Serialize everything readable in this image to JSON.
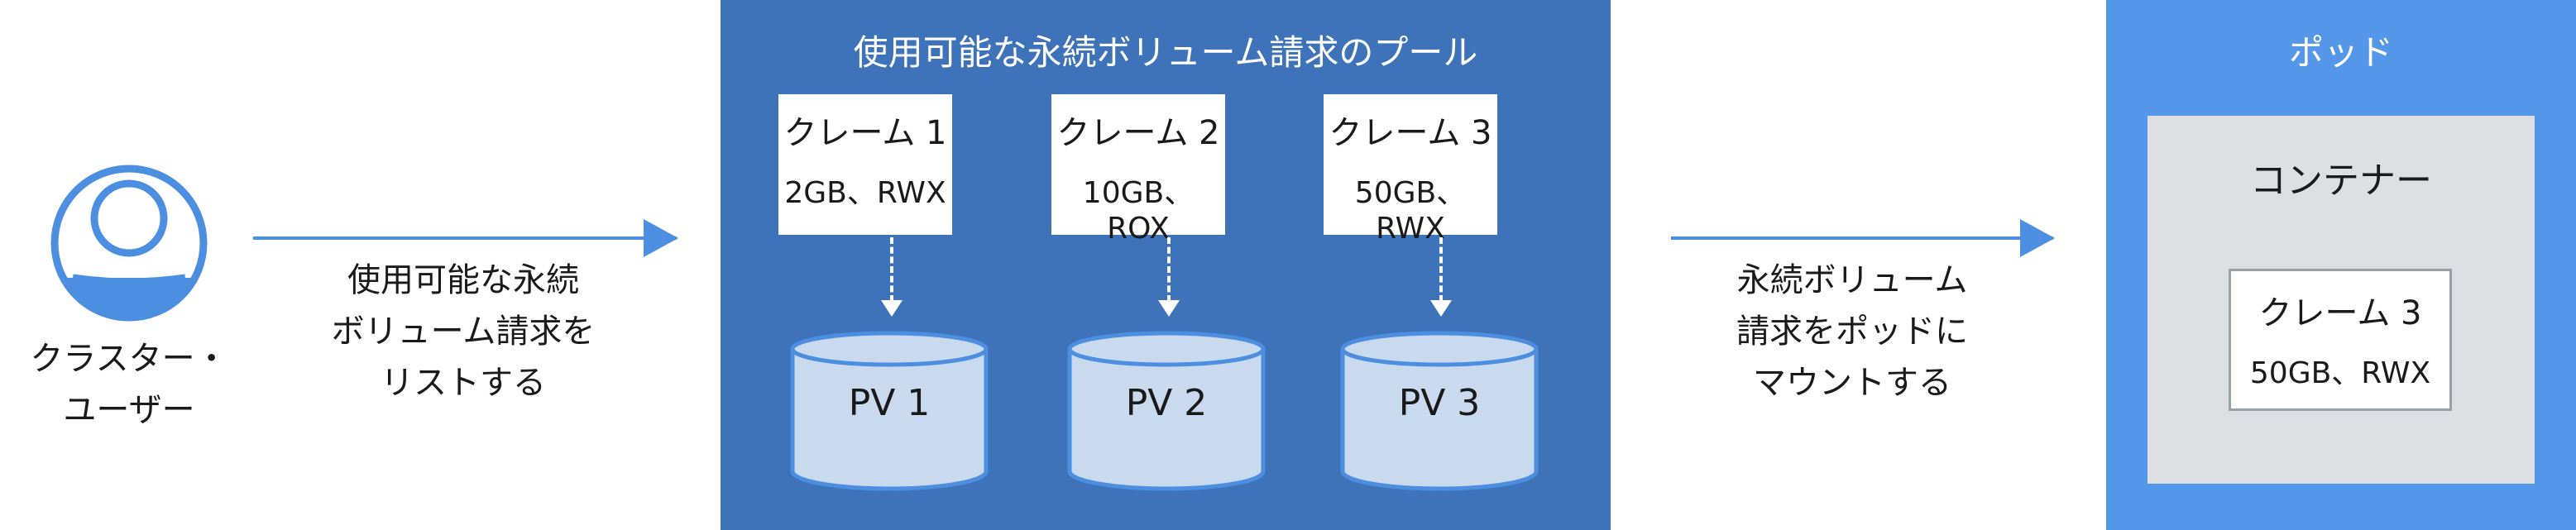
{
  "user": {
    "icon": "user-icon",
    "label_line1": "クラスター・",
    "label_line2": "ユーザー"
  },
  "step1": {
    "line1": "使用可能な永続",
    "line2": "ボリューム請求を",
    "line3": "リストする"
  },
  "pool": {
    "title": "使用可能な永続ボリューム請求のプール",
    "claims": [
      {
        "name": "クレーム 1",
        "spec": "2GB、RWX"
      },
      {
        "name": "クレーム 2",
        "spec": "10GB、ROX"
      },
      {
        "name": "クレーム 3",
        "spec": "50GB、RWX"
      }
    ],
    "volumes": [
      "PV 1",
      "PV 2",
      "PV 3"
    ]
  },
  "step2": {
    "line1": "永続ボリューム",
    "line2": "請求をポッドに",
    "line3": "マウントする"
  },
  "pod": {
    "title": "ポッド",
    "container_title": "コンテナー",
    "claim": {
      "name": "クレーム 3",
      "spec": "50GB、RWX"
    }
  },
  "colors": {
    "pool": "#3f73b9",
    "pod": "#5597e8",
    "container": "#dcdee1",
    "arrow": "#4c8fe0",
    "volume_fill": "#c9d9ee",
    "volume_stroke": "#4c8fe0"
  }
}
